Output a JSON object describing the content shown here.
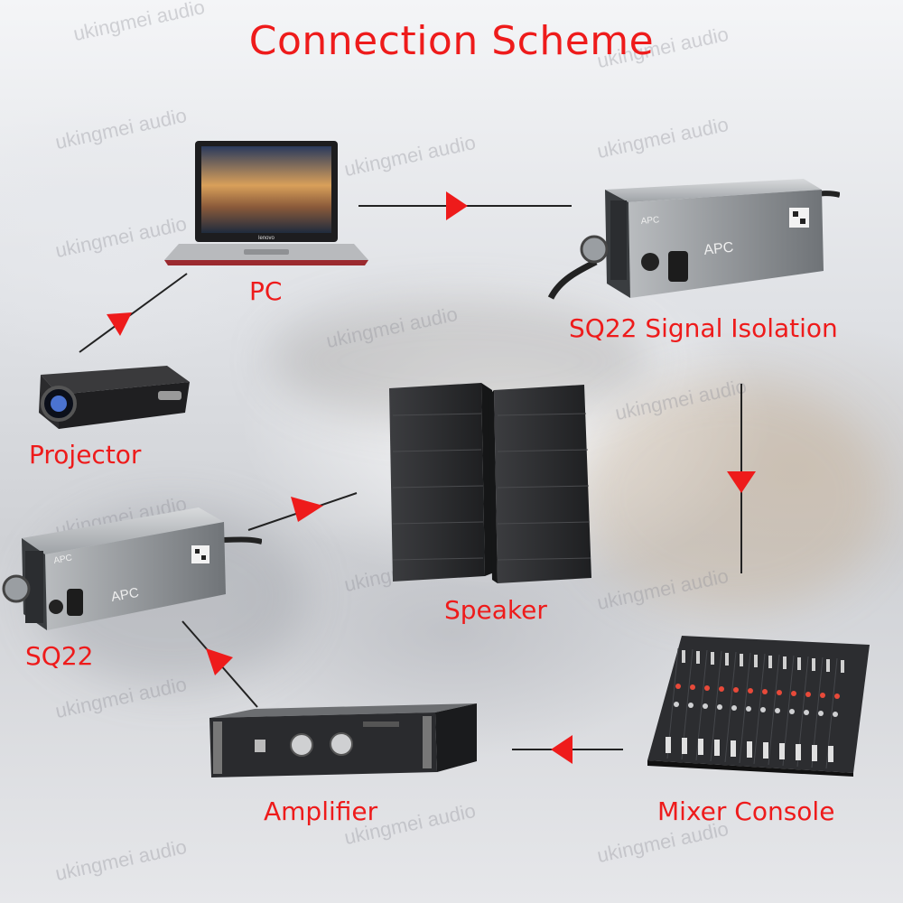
{
  "title": "Connection Scheme",
  "labels": {
    "pc": "PC",
    "isolation": "SQ22 Signal Isolation",
    "projector": "Projector",
    "speaker": "Speaker",
    "sq22": "SQ22",
    "amplifier": "Amplifier",
    "mixer": "Mixer Console"
  },
  "device_text": {
    "brand": "APC",
    "laptop_brand": "lenovo"
  },
  "watermark": "ukingmei audio",
  "colors": {
    "accent": "#ee1b1b",
    "arrow_line": "#222222"
  }
}
